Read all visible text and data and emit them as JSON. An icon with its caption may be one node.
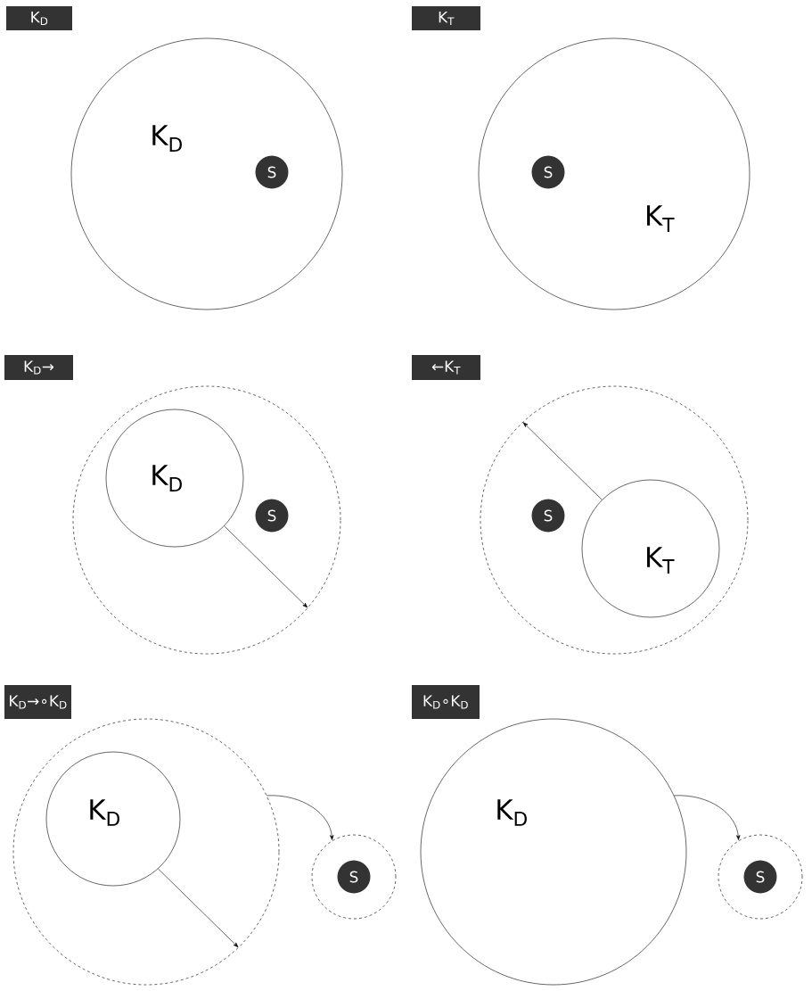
{
  "diagram": {
    "nodes": [
      {
        "text": [
          "K$_{D}$"
        ]
      },
      {
        "text": [
          "K$_{D}$"
        ]
      },
      {
        "text": [
          "S"
        ],
        "in": 1
      },
      {
        "text": [
          "K$_{T}$"
        ]
      },
      {
        "text": [
          "K$_{T}$"
        ]
      },
      {
        "text": [
          "S"
        ],
        "in": 4
      },
      {
        "text": [
          "K$_{D}$→"
        ]
      },
      {
        "text": [],
        "shape": "circle"
      },
      {
        "text": [
          "K$_{D}$"
        ],
        "in": 7
      },
      {
        "text": [
          "S"
        ],
        "in": 7
      },
      {
        "text": [
          "←K$_{T}$"
        ]
      },
      {
        "text": [],
        "shape": "circle"
      },
      {
        "text": [
          "K$_{T}$"
        ],
        "in": 11
      },
      {
        "text": [
          "S"
        ],
        "in": 11
      },
      {
        "text": [
          "K$_{D}$→∘K$_{D}$"
        ]
      },
      {
        "text": [],
        "shape": "circle"
      },
      {
        "text": [
          "K$_{D}$"
        ],
        "in": 15
      },
      {
        "text": [],
        "shape": "circle"
      },
      {
        "text": [
          "S"
        ],
        "in": 17
      },
      {
        "text": [
          "K$_{D}$∘K$_{D}$"
        ]
      },
      {
        "text": [
          "K$_{D}$"
        ]
      },
      {
        "text": [],
        "shape": "circle"
      },
      {
        "text": [
          "S"
        ],
        "in": 21
      }
    ],
    "edges": [
      {
        "from": 8,
        "to": 7,
        "arrow": "to"
      },
      {
        "from": 12,
        "to": 11,
        "arrow": "to"
      },
      {
        "from": 16,
        "to": 15,
        "arrow": "to"
      },
      {
        "from": 15,
        "to": 17,
        "arrow": "to"
      },
      {
        "from": 20,
        "to": 21,
        "arrow": "to"
      }
    ]
  }
}
